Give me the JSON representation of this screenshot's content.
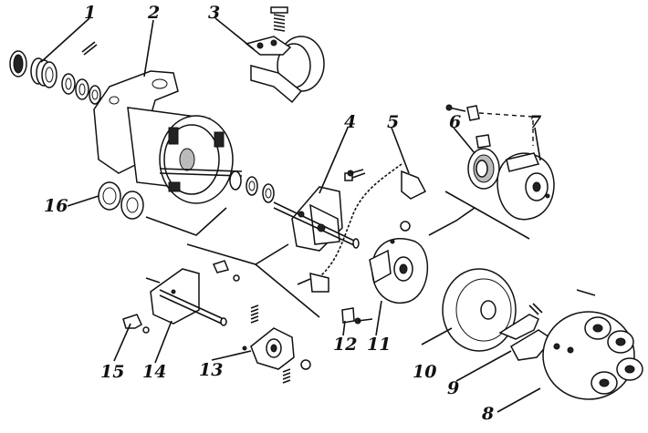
{
  "callouts": [
    "1",
    "2",
    "3",
    "4",
    "5",
    "6",
    "7",
    "8",
    "9",
    "10",
    "11",
    "12",
    "13",
    "14",
    "15",
    "16"
  ],
  "icons": [
    "spring-icon",
    "distributor-housing-icon",
    "vacuum-regulator-icon",
    "breaker-plate-icon",
    "lead-wire-icon",
    "felt-ring-icon",
    "contact-breaker-icon",
    "distributor-cap-icon",
    "rotor-icon",
    "dust-shield-icon",
    "base-plate-icon",
    "clamp-icon",
    "advance-weight-icon",
    "drive-shaft-icon",
    "spring-plate-icon",
    "washer-icon"
  ],
  "colors": {
    "ink": "#111111",
    "paper": "#ffffff"
  }
}
